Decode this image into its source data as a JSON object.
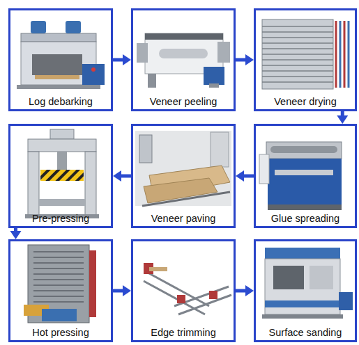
{
  "diagram": {
    "nodes": [
      {
        "text": [
          "Log debarking"
        ]
      },
      {
        "text": [
          "Veneer peeling"
        ]
      },
      {
        "text": [
          "Veneer drying"
        ]
      },
      {
        "text": [
          "Glue spreading"
        ]
      },
      {
        "text": [
          "Veneer paving"
        ]
      },
      {
        "text": [
          "Pre-pressing"
        ]
      },
      {
        "text": [
          "Hot pressing"
        ]
      },
      {
        "text": [
          "Edge trimming"
        ]
      },
      {
        "text": [
          "Surface sanding"
        ]
      }
    ],
    "edges": [
      {
        "from": 0,
        "to": 1,
        "arrow": "to"
      },
      {
        "from": 1,
        "to": 2,
        "arrow": "to"
      },
      {
        "from": 2,
        "to": 3,
        "arrow": "to"
      },
      {
        "from": 3,
        "to": 4,
        "arrow": "to"
      },
      {
        "from": 4,
        "to": 5,
        "arrow": "to"
      },
      {
        "from": 5,
        "to": 6,
        "arrow": "to"
      },
      {
        "from": 6,
        "to": 7,
        "arrow": "to"
      },
      {
        "from": 7,
        "to": 8,
        "arrow": "to"
      }
    ]
  }
}
